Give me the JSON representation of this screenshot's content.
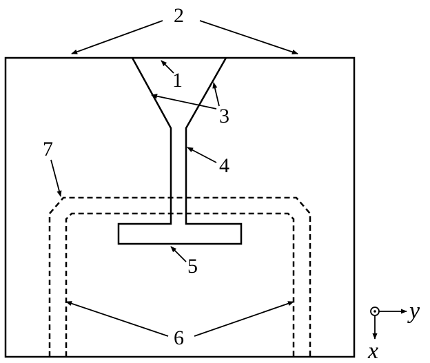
{
  "labels": {
    "l1": "1",
    "l2": "2",
    "l3": "3",
    "l4": "4",
    "l5": "5",
    "l6": "6",
    "l7": "7"
  },
  "axes": {
    "y": "y",
    "x": "x"
  }
}
